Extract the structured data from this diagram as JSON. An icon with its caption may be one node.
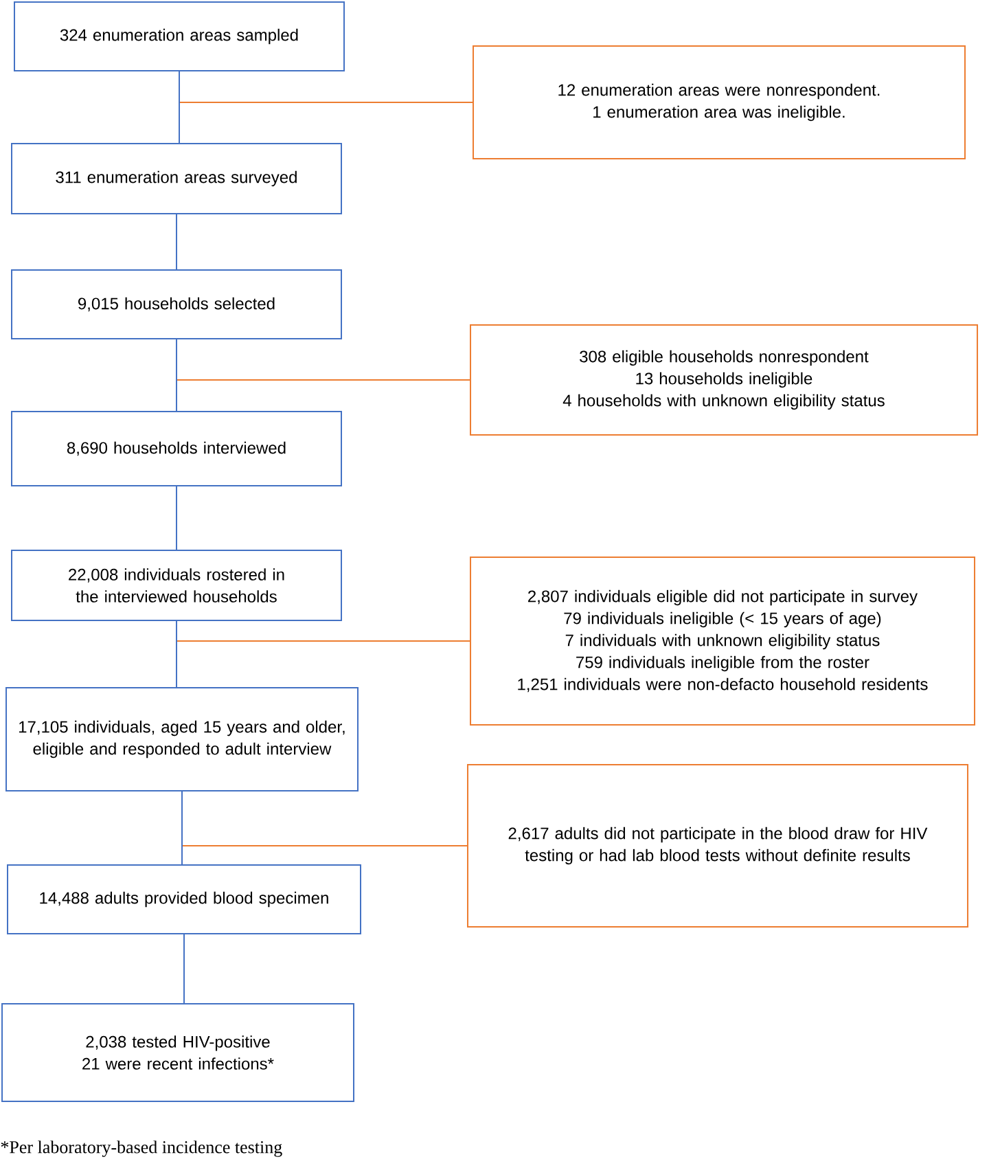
{
  "diagram": {
    "nodes": [
      {
        "text": [
          "324 enumeration areas sampled"
        ]
      },
      {
        "text": [
          "12 enumeration areas were nonrespondent.",
          "1 enumeration area was ineligible."
        ]
      },
      {
        "text": [
          "311 enumeration areas surveyed"
        ]
      },
      {
        "text": [
          "9,015 households selected"
        ]
      },
      {
        "text": [
          "308 eligible households nonrespondent",
          "13 households ineligible",
          "4 households with unknown eligibility status"
        ]
      },
      {
        "text": [
          "8,690 households interviewed"
        ]
      },
      {
        "text": [
          "22,008 individuals rostered in the interviewed households"
        ]
      },
      {
        "text": [
          "2,807 individuals eligible did not participate in survey",
          "79 individuals ineligible (< 15 years of age)",
          "7 individuals with unknown eligibility status",
          "759 individuals ineligible from the roster",
          "1,251 individuals were non-defacto household residents"
        ]
      },
      {
        "text": [
          "17,105 individuals, aged 15 years and older, eligible and responded to adult interview"
        ]
      },
      {
        "text": [
          "2,617 adults did not participate in the blood draw for HIV testing or had lab blood tests without definite results"
        ]
      },
      {
        "text": [
          "14,488 adults provided blood specimen"
        ]
      },
      {
        "text": [
          "2,038 tested HIV-positive",
          "21 were recent infections*"
        ]
      }
    ],
    "edges": [
      {
        "from": 0,
        "to": 2,
        "arrow": "none"
      },
      {
        "from": 0,
        "to": 1,
        "arrow": "none",
        "color": "#ed7d31"
      },
      {
        "from": 2,
        "to": 3,
        "arrow": "none"
      },
      {
        "from": 3,
        "to": 5,
        "arrow": "none"
      },
      {
        "from": 3,
        "to": 4,
        "arrow": "none",
        "color": "#ed7d31"
      },
      {
        "from": 5,
        "to": 6,
        "arrow": "none"
      },
      {
        "from": 6,
        "to": 8,
        "arrow": "none"
      },
      {
        "from": 6,
        "to": 7,
        "arrow": "none",
        "color": "#ed7d31"
      },
      {
        "from": 8,
        "to": 10,
        "arrow": "none"
      },
      {
        "from": 8,
        "to": 9,
        "arrow": "none",
        "color": "#ed7d31"
      },
      {
        "from": 10,
        "to": 11,
        "arrow": "none"
      }
    ],
    "labels": [
      "*Per laboratory-based incidence testing"
    ]
  }
}
